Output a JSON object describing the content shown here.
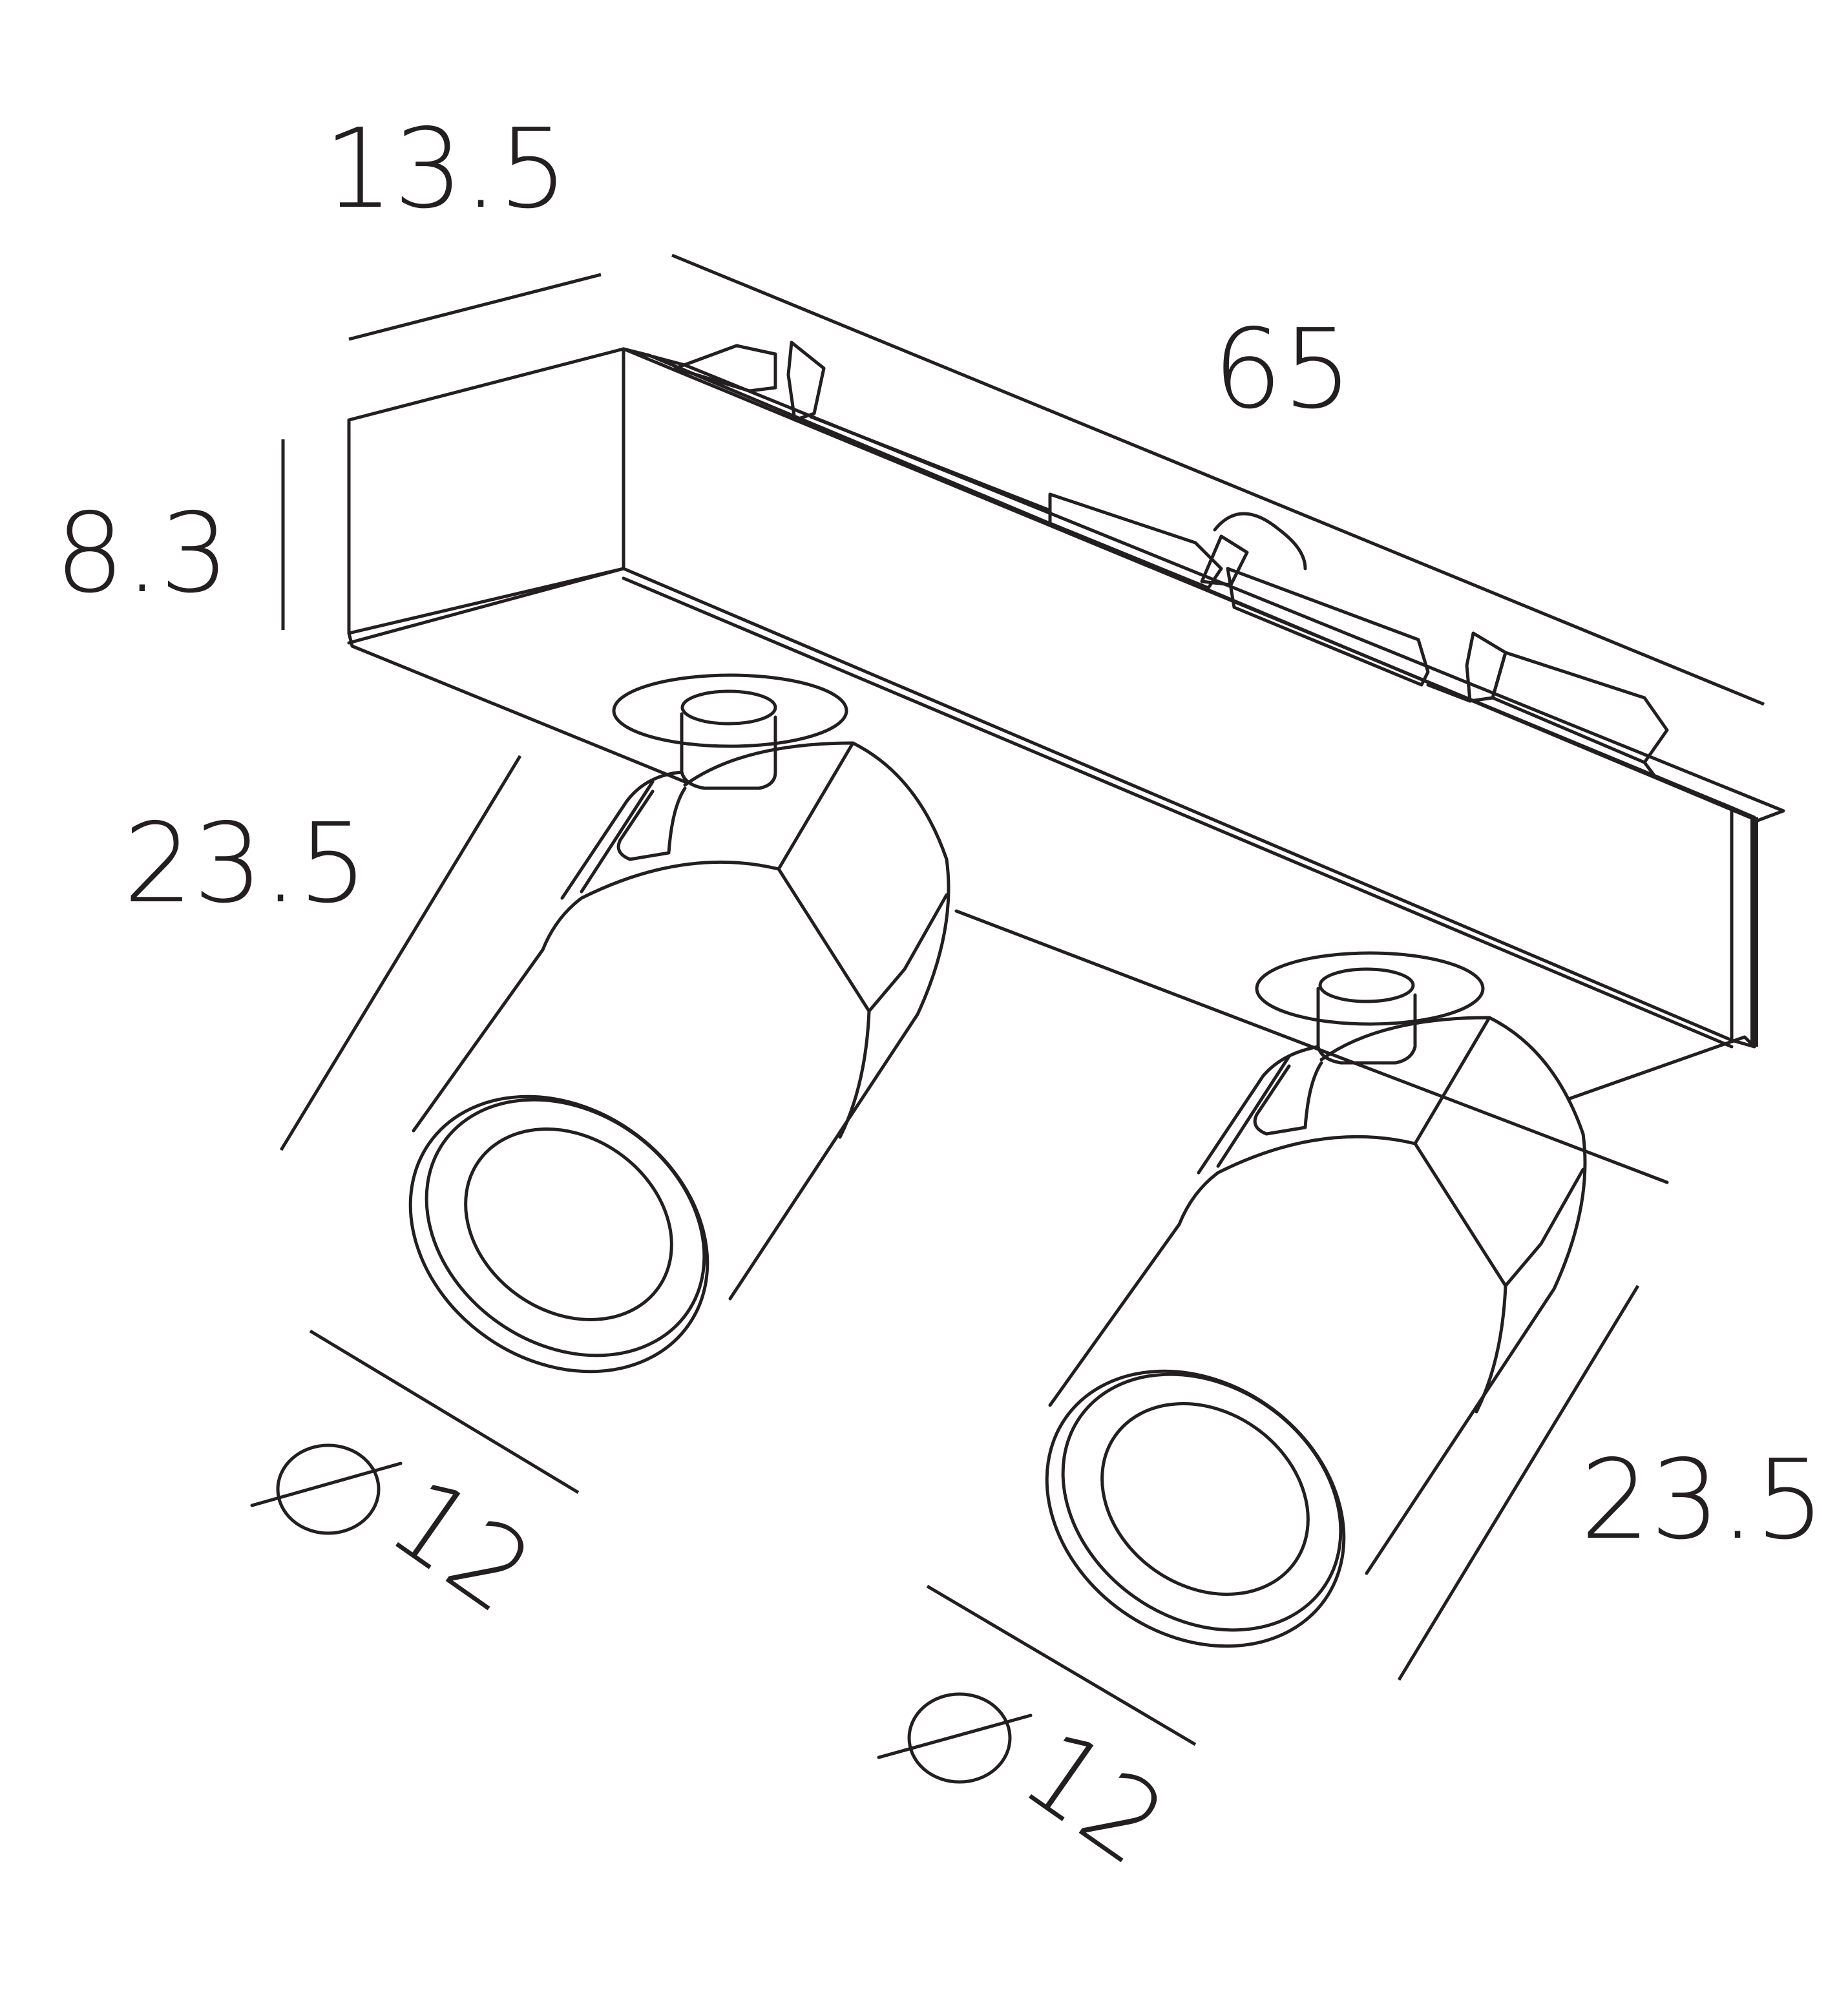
{
  "dimensions": {
    "width_top": "13.5",
    "length": "65",
    "height": "8.3",
    "spot_left_length": "23.5",
    "spot_right_length": "23.5",
    "spot_left_diameter": "12",
    "spot_right_diameter": "12"
  },
  "colors": {
    "line": "#231f20",
    "background": "#ffffff"
  },
  "icons": {
    "diameter_symbol": "diameter-icon"
  }
}
